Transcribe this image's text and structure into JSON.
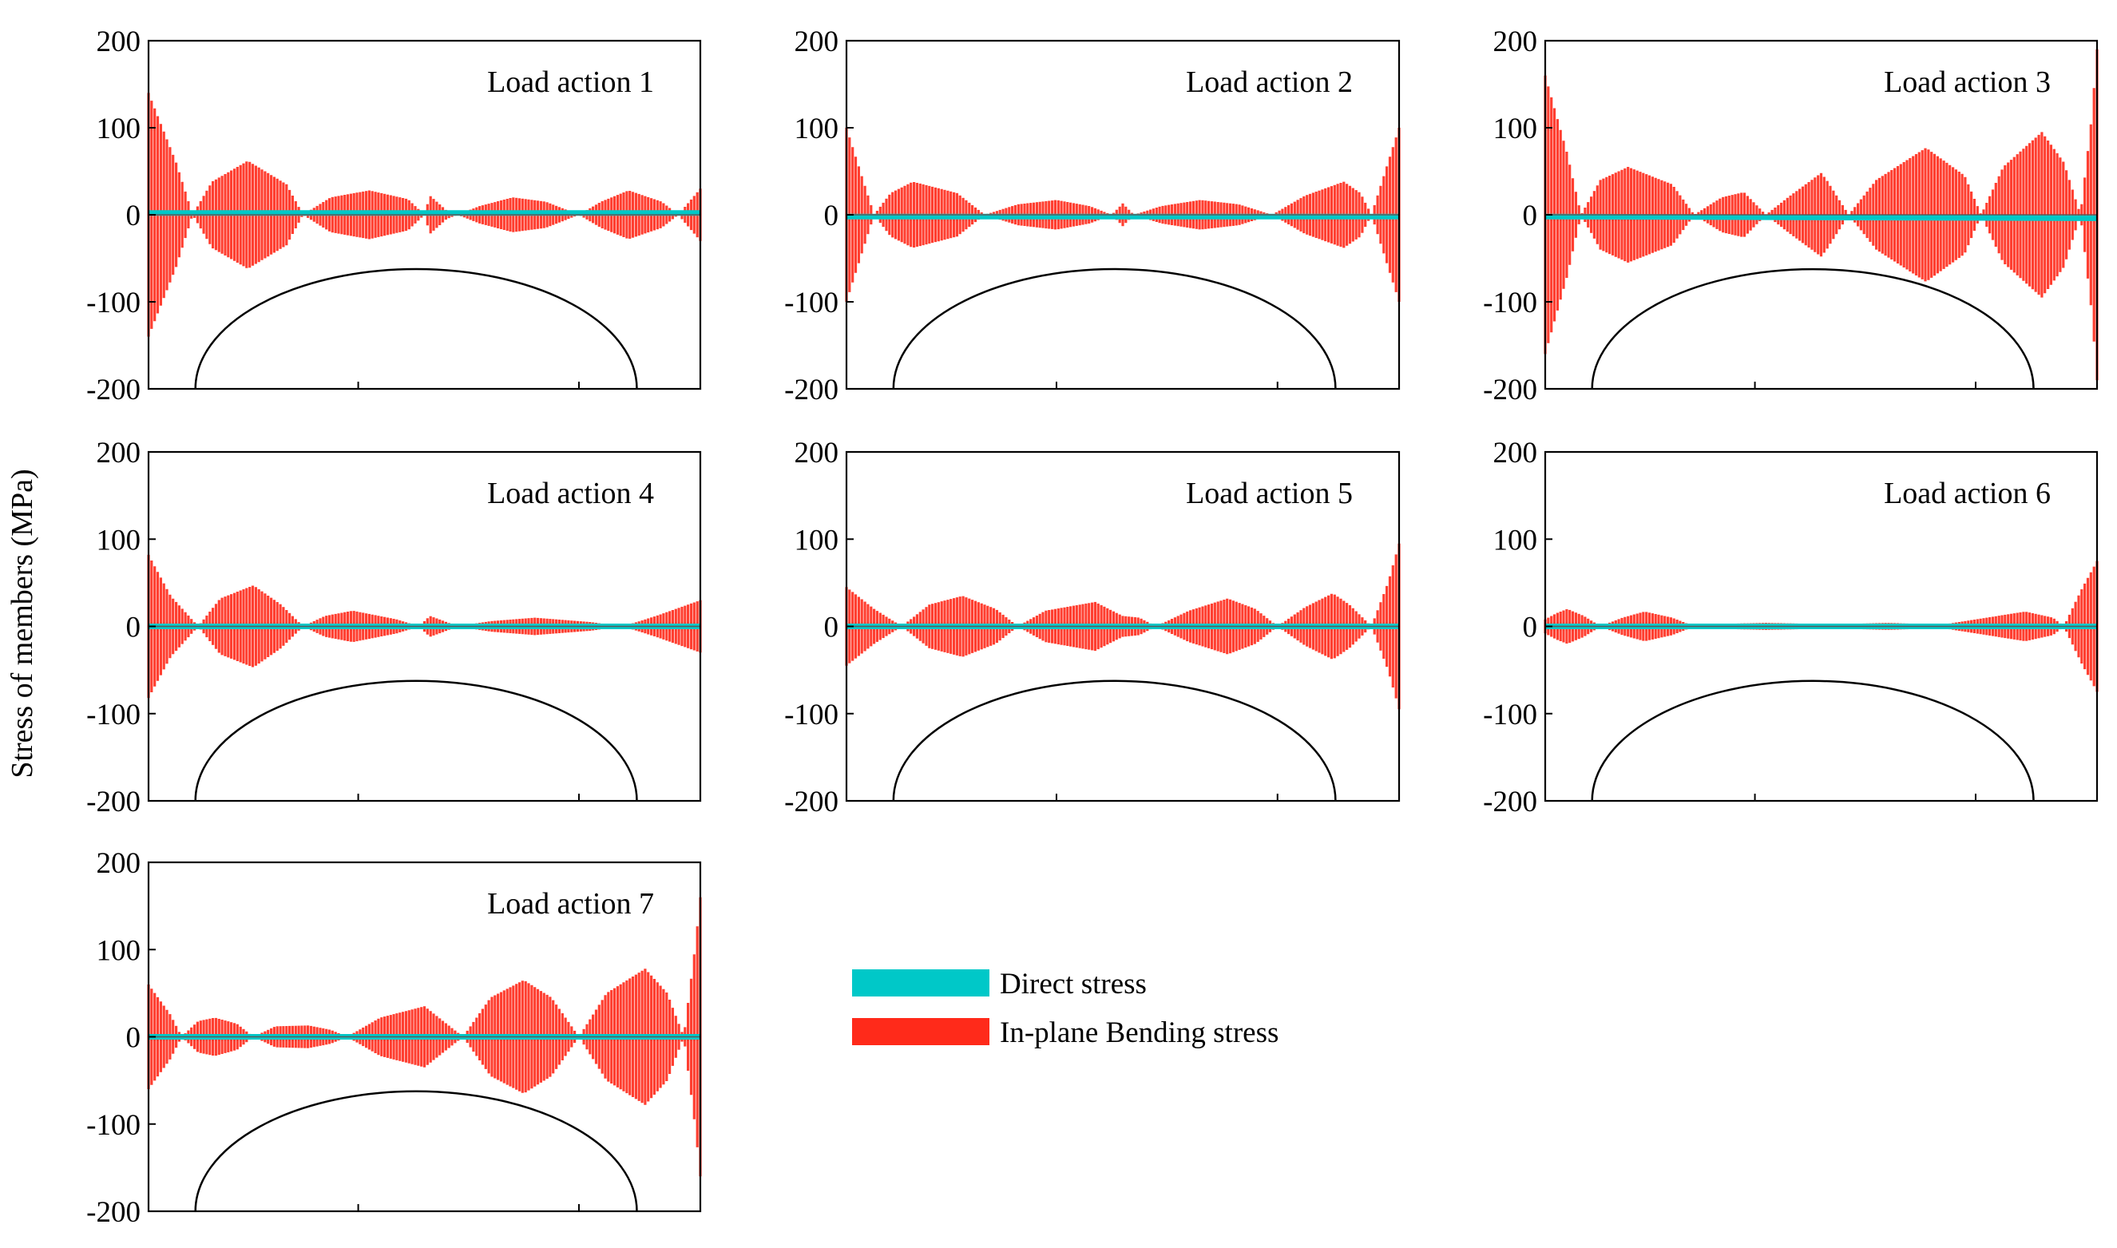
{
  "figure": {
    "ylabel": "Stress of members (MPa)",
    "legend": {
      "placement": "lower-middle",
      "items": [
        {
          "label": "Direct stress",
          "color": "#00c8c8"
        },
        {
          "label": "In-plane Bending stress",
          "color": "#ff2a1a"
        }
      ]
    }
  },
  "chart_data": [
    {
      "type": "bar",
      "title": "Load action 1",
      "ylim": [
        -200,
        200
      ],
      "yticks": [
        200,
        100,
        0,
        -100,
        -200
      ],
      "series": [
        {
          "name": "In-plane Bending stress",
          "color": "#ff2a1a",
          "envelope": [
            [
              0,
              140
            ],
            [
              0.05,
              60
            ],
            [
              0.08,
              0
            ],
            [
              0.115,
              38
            ],
            [
              0.18,
              62
            ],
            [
              0.25,
              35
            ],
            [
              0.28,
              0
            ],
            [
              0.33,
              20
            ],
            [
              0.4,
              28
            ],
            [
              0.47,
              18
            ],
            [
              0.5,
              0
            ],
            [
              0.51,
              22
            ],
            [
              0.54,
              5
            ],
            [
              0.56,
              0
            ],
            [
              0.6,
              10
            ],
            [
              0.66,
              20
            ],
            [
              0.72,
              15
            ],
            [
              0.78,
              0
            ],
            [
              0.82,
              15
            ],
            [
              0.87,
              28
            ],
            [
              0.93,
              15
            ],
            [
              0.96,
              0
            ],
            [
              1,
              30
            ]
          ]
        },
        {
          "name": "Direct stress",
          "color": "#00c8c8",
          "values": [
            2,
            2
          ]
        }
      ]
    },
    {
      "type": "bar",
      "title": "Load action 2",
      "ylim": [
        -200,
        200
      ],
      "yticks": [
        200,
        100,
        0,
        -100,
        -200
      ],
      "series": [
        {
          "name": "In-plane Bending stress",
          "color": "#ff2a1a",
          "envelope": [
            [
              0,
              100
            ],
            [
              0.03,
              40
            ],
            [
              0.05,
              0
            ],
            [
              0.08,
              25
            ],
            [
              0.12,
              38
            ],
            [
              0.2,
              25
            ],
            [
              0.25,
              0
            ],
            [
              0.31,
              12
            ],
            [
              0.38,
              17
            ],
            [
              0.44,
              10
            ],
            [
              0.48,
              0
            ],
            [
              0.5,
              13
            ],
            [
              0.52,
              0
            ],
            [
              0.57,
              10
            ],
            [
              0.64,
              17
            ],
            [
              0.71,
              12
            ],
            [
              0.77,
              0
            ],
            [
              0.83,
              22
            ],
            [
              0.9,
              38
            ],
            [
              0.93,
              25
            ],
            [
              0.95,
              0
            ],
            [
              0.97,
              40
            ],
            [
              1,
              100
            ]
          ]
        },
        {
          "name": "Direct stress",
          "color": "#00c8c8",
          "values": [
            -2,
            -2
          ]
        }
      ]
    },
    {
      "type": "bar",
      "title": "Load action 3",
      "ylim": [
        -200,
        200
      ],
      "yticks": [
        200,
        100,
        0,
        -100,
        -200
      ],
      "series": [
        {
          "name": "In-plane Bending stress",
          "color": "#ff2a1a",
          "envelope": [
            [
              0,
              160
            ],
            [
              0.04,
              70
            ],
            [
              0.065,
              0
            ],
            [
              0.1,
              40
            ],
            [
              0.15,
              55
            ],
            [
              0.23,
              35
            ],
            [
              0.27,
              0
            ],
            [
              0.32,
              20
            ],
            [
              0.36,
              26
            ],
            [
              0.4,
              0
            ],
            [
              0.44,
              20
            ],
            [
              0.5,
              48
            ],
            [
              0.51,
              40
            ],
            [
              0.55,
              0
            ],
            [
              0.6,
              40
            ],
            [
              0.69,
              77
            ],
            [
              0.76,
              45
            ],
            [
              0.79,
              0
            ],
            [
              0.83,
              55
            ],
            [
              0.9,
              95
            ],
            [
              0.94,
              60
            ],
            [
              0.97,
              0
            ],
            [
              0.99,
              110
            ],
            [
              1,
              190
            ]
          ]
        },
        {
          "name": "Direct stress",
          "color": "#00c8c8",
          "values": [
            -2,
            -4
          ]
        }
      ]
    },
    {
      "type": "bar",
      "title": "Load action 4",
      "ylim": [
        -200,
        200
      ],
      "yticks": [
        200,
        100,
        0,
        -100,
        -200
      ],
      "series": [
        {
          "name": "In-plane Bending stress",
          "color": "#ff2a1a",
          "envelope": [
            [
              0,
              82
            ],
            [
              0.04,
              35
            ],
            [
              0.09,
              0
            ],
            [
              0.13,
              32
            ],
            [
              0.19,
              47
            ],
            [
              0.24,
              25
            ],
            [
              0.28,
              0
            ],
            [
              0.32,
              12
            ],
            [
              0.37,
              18
            ],
            [
              0.45,
              8
            ],
            [
              0.49,
              0
            ],
            [
              0.51,
              12
            ],
            [
              0.54,
              5
            ],
            [
              0.56,
              0
            ],
            [
              0.62,
              6
            ],
            [
              0.7,
              10
            ],
            [
              0.8,
              5
            ],
            [
              0.86,
              0
            ],
            [
              0.92,
              12
            ],
            [
              1,
              30
            ]
          ]
        },
        {
          "name": "Direct stress",
          "color": "#00c8c8",
          "values": [
            0,
            0
          ]
        }
      ]
    },
    {
      "type": "bar",
      "title": "Load action 5",
      "ylim": [
        -200,
        200
      ],
      "yticks": [
        200,
        100,
        0,
        -100,
        -200
      ],
      "series": [
        {
          "name": "In-plane Bending stress",
          "color": "#ff2a1a",
          "envelope": [
            [
              0,
              45
            ],
            [
              0.05,
              20
            ],
            [
              0.1,
              0
            ],
            [
              0.15,
              25
            ],
            [
              0.21,
              35
            ],
            [
              0.27,
              20
            ],
            [
              0.31,
              0
            ],
            [
              0.36,
              18
            ],
            [
              0.45,
              28
            ],
            [
              0.49,
              15
            ],
            [
              0.5,
              12
            ],
            [
              0.53,
              10
            ],
            [
              0.56,
              0
            ],
            [
              0.62,
              18
            ],
            [
              0.69,
              32
            ],
            [
              0.74,
              20
            ],
            [
              0.78,
              0
            ],
            [
              0.83,
              22
            ],
            [
              0.88,
              38
            ],
            [
              0.91,
              25
            ],
            [
              0.95,
              0
            ],
            [
              0.98,
              50
            ],
            [
              1,
              95
            ]
          ]
        },
        {
          "name": "Direct stress",
          "color": "#00c8c8",
          "values": [
            0,
            0
          ]
        }
      ]
    },
    {
      "type": "bar",
      "title": "Load action 6",
      "ylim": [
        -200,
        200
      ],
      "yticks": [
        200,
        100,
        0,
        -100,
        -200
      ],
      "series": [
        {
          "name": "In-plane Bending stress",
          "color": "#ff2a1a",
          "envelope": [
            [
              0,
              8
            ],
            [
              0.02,
              15
            ],
            [
              0.04,
              20
            ],
            [
              0.07,
              12
            ],
            [
              0.1,
              0
            ],
            [
              0.14,
              10
            ],
            [
              0.18,
              17
            ],
            [
              0.23,
              10
            ],
            [
              0.27,
              0
            ],
            [
              0.33,
              3
            ],
            [
              0.4,
              4
            ],
            [
              0.48,
              3
            ],
            [
              0.5,
              0
            ],
            [
              0.56,
              3
            ],
            [
              0.62,
              4
            ],
            [
              0.67,
              3
            ],
            [
              0.7,
              0
            ],
            [
              0.78,
              8
            ],
            [
              0.87,
              17
            ],
            [
              0.92,
              10
            ],
            [
              0.94,
              0
            ],
            [
              0.97,
              40
            ],
            [
              1,
              75
            ]
          ]
        },
        {
          "name": "Direct stress",
          "color": "#00c8c8",
          "values": [
            0,
            0
          ]
        }
      ]
    },
    {
      "type": "bar",
      "title": "Load action 7",
      "ylim": [
        -200,
        200
      ],
      "yticks": [
        200,
        100,
        0,
        -100,
        -200
      ],
      "series": [
        {
          "name": "In-plane Bending stress",
          "color": "#ff2a1a",
          "envelope": [
            [
              0,
              60
            ],
            [
              0.04,
              25
            ],
            [
              0.06,
              0
            ],
            [
              0.09,
              18
            ],
            [
              0.12,
              22
            ],
            [
              0.16,
              15
            ],
            [
              0.19,
              0
            ],
            [
              0.23,
              12
            ],
            [
              0.29,
              13
            ],
            [
              0.33,
              8
            ],
            [
              0.36,
              0
            ],
            [
              0.42,
              22
            ],
            [
              0.5,
              35
            ],
            [
              0.51,
              30
            ],
            [
              0.57,
              0
            ],
            [
              0.62,
              45
            ],
            [
              0.68,
              65
            ],
            [
              0.73,
              45
            ],
            [
              0.78,
              0
            ],
            [
              0.83,
              50
            ],
            [
              0.9,
              78
            ],
            [
              0.94,
              50
            ],
            [
              0.97,
              0
            ],
            [
              0.99,
              100
            ],
            [
              1,
              160
            ]
          ]
        },
        {
          "name": "Direct stress",
          "color": "#00c8c8",
          "values": [
            0,
            0
          ]
        }
      ]
    }
  ]
}
